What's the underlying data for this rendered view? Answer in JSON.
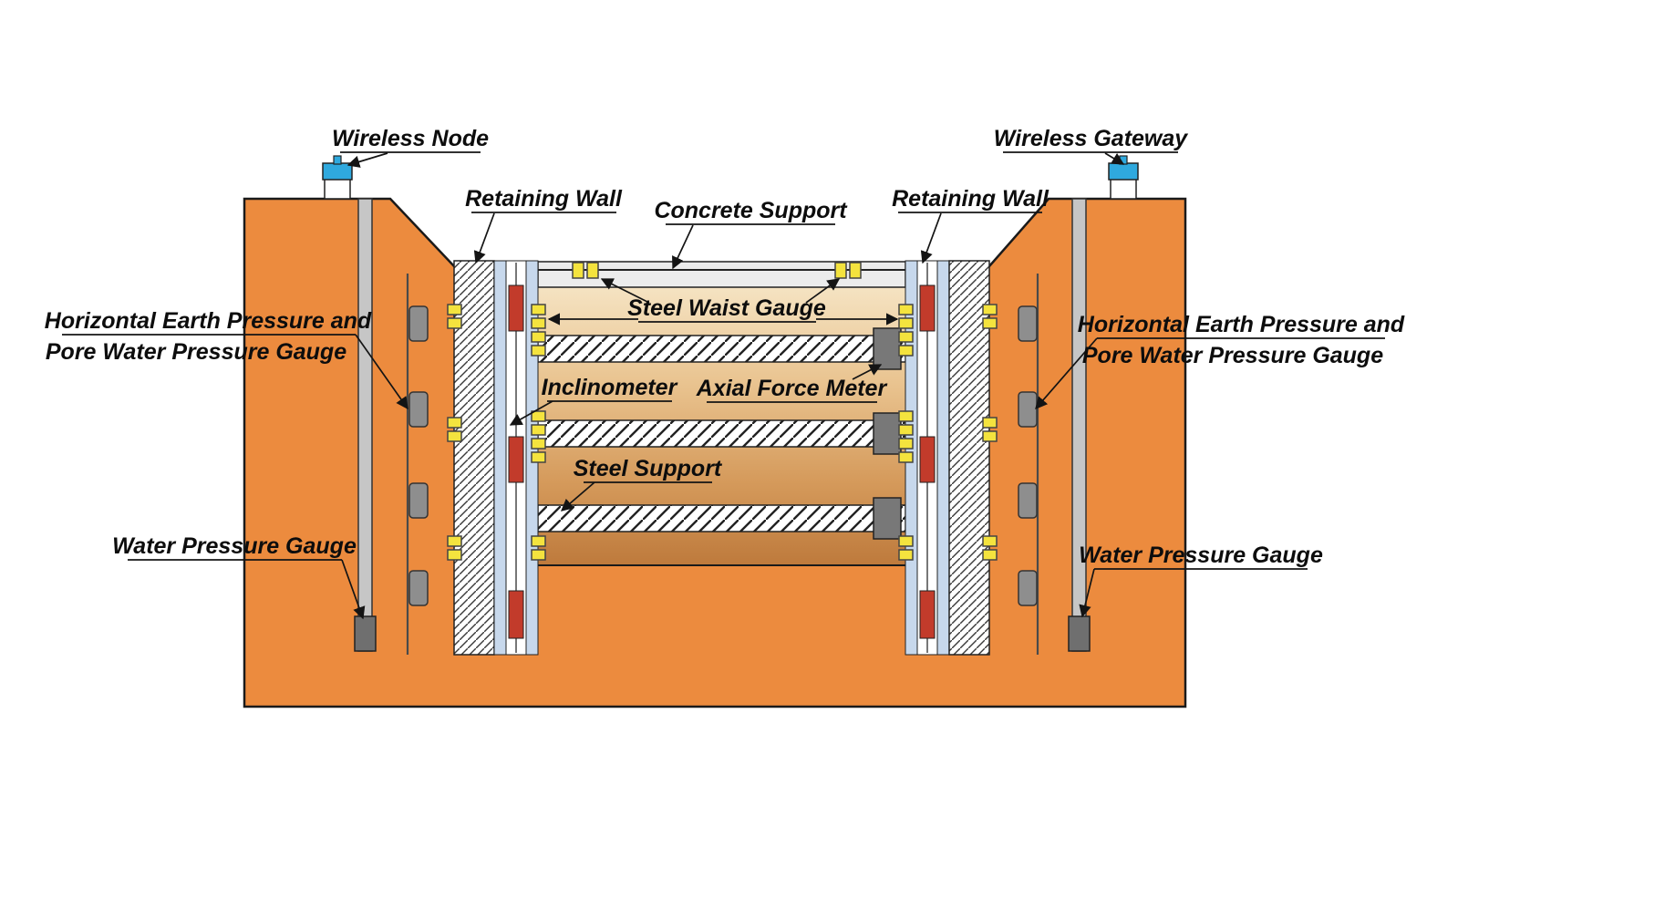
{
  "labels": {
    "wireless_node": "Wireless Node",
    "wireless_gateway": "Wireless Gateway",
    "retaining_wall_left": "Retaining Wall",
    "retaining_wall_right": "Retaining Wall",
    "concrete_support": "Concrete Support",
    "steel_waist_gauge": "Steel Waist Gauge",
    "inclinometer": "Inclinometer",
    "axial_force_meter": "Axial Force Meter",
    "steel_support": "Steel Support",
    "water_pressure_gauge_left": "Water Pressure Gauge",
    "water_pressure_gauge_right": "Water Pressure Gauge",
    "earth_pressure_left_line1": "Horizontal Earth Pressure and",
    "earth_pressure_left_line2": "Pore Water Pressure Gauge",
    "earth_pressure_right_line1": "Horizontal Earth Pressure and",
    "earth_pressure_right_line2": "Pore Water Pressure Gauge"
  },
  "colors": {
    "soil_orange": "#EC8B3E",
    "excavation_soil_top": "#F5E3C2",
    "excavation_soil_bottom": "#BE7A3C",
    "concrete_support_gray": "#ECECEC",
    "wall_blue": "#C7D8EC",
    "gauge_yellow": "#F4E33E",
    "inclinometer_red": "#C23B2B",
    "instrument_gray": "#8E8E8E",
    "meter_dark_gray": "#787878",
    "wireless_blue": "#2FA9DE",
    "outline_black": "#1A1A1A"
  }
}
